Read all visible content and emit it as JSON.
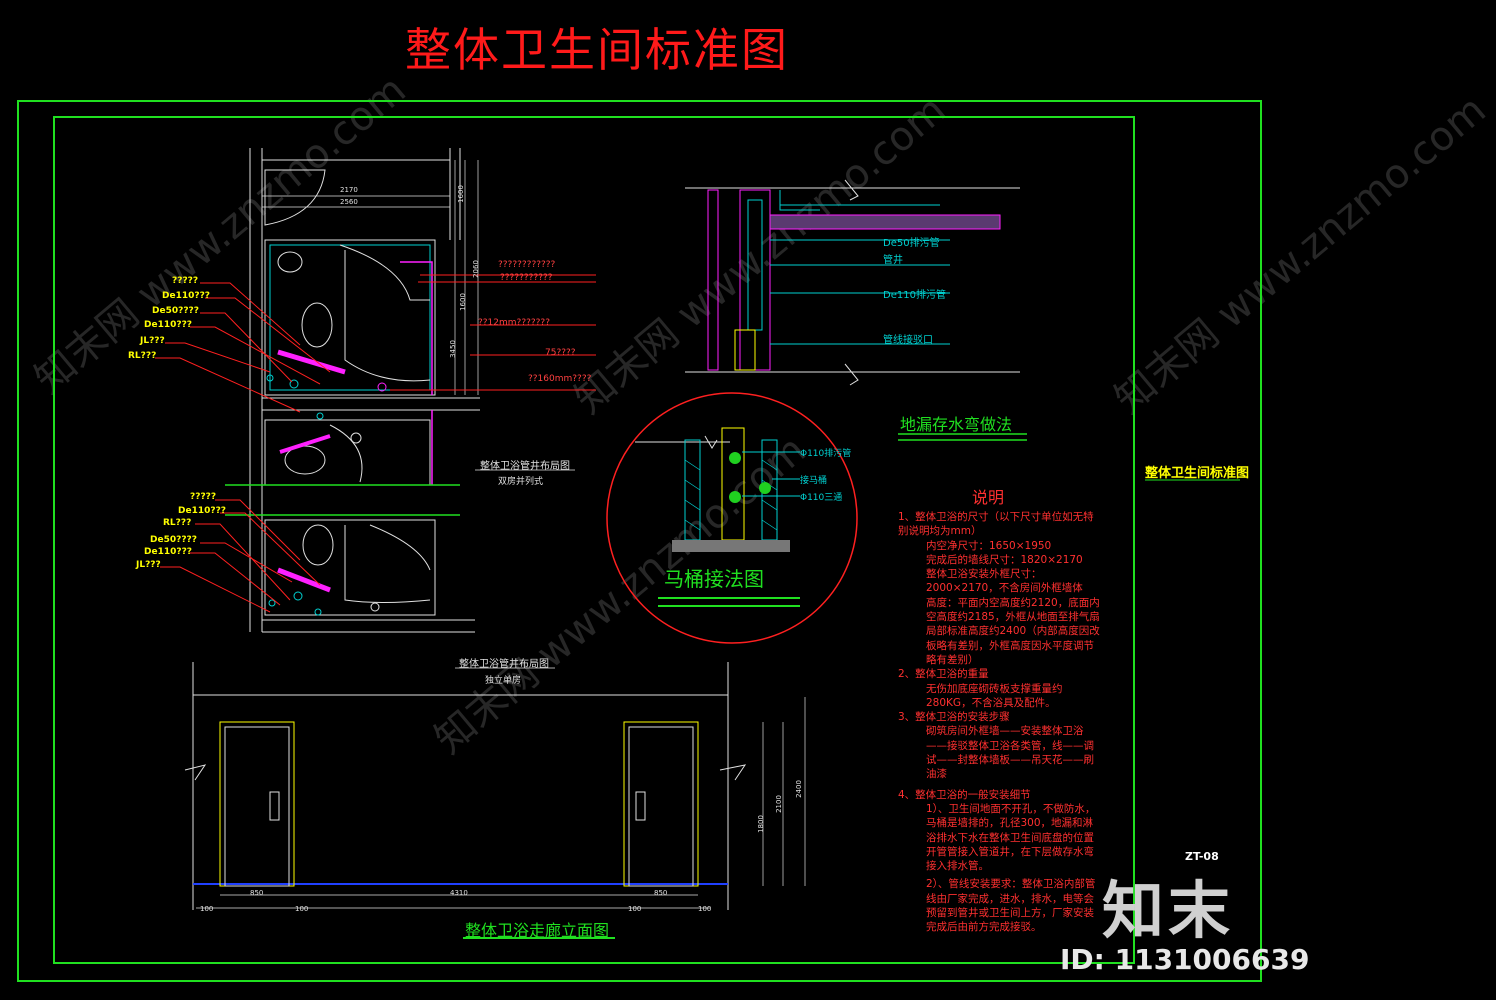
{
  "title": "整体卫生间标准图",
  "side_title": "整体卫生间标准图",
  "sheet_number": "ZT-08",
  "plan_labels_top": [
    "?????",
    "De110???",
    "De50????",
    "De110???",
    "JL???",
    "RL???"
  ],
  "plan_labels_bottom": [
    "?????",
    "De110???",
    "RL???",
    "De50????",
    "De110???",
    "JL???"
  ],
  "plan_right_labels": [
    "????????????",
    "???????????",
    "??12mm???????",
    "75????",
    "??160mm????"
  ],
  "plan_dims": {
    "top1": "2170",
    "top2": "2560",
    "right1": "1600",
    "right2": "1600",
    "right3": "3450",
    "right4": "2060"
  },
  "plan1_caption": "整体卫浴管井布局图",
  "plan1_sub": "双房并列式",
  "plan2_caption": "整体卫浴管井布局图",
  "plan2_sub": "独立单房",
  "floor_trap": {
    "labels": [
      "De50排污管",
      "管井",
      "De110排污管",
      "管线接驳口"
    ],
    "title": "地漏存水弯做法"
  },
  "toilet": {
    "labels": [
      "Φ110排污管",
      "接马桶",
      "Φ110三通"
    ],
    "title": "马桶接法图"
  },
  "elevation": {
    "title": "整体卫浴走廊立面图",
    "dims": [
      "850",
      "4310",
      "850",
      "2100",
      "1800",
      "2400"
    ],
    "small_dims": [
      "100",
      "100",
      "100",
      "100"
    ]
  },
  "notes": {
    "heading": "说明",
    "lines": [
      "1、整体卫浴的尺寸（以下尺寸单位如无特别说明均为mm）",
      "内空净尺寸：1650×1950",
      "完成后的墙线尺寸：1820×2170",
      "整体卫浴安装外框尺寸：2000×2170，不含房间外框墙体",
      "高度：平面内空高度约2120，底面内空高度约2185，外框从地面至排气扇局部标准高度约2400（内部高度因改板略有差别，外框高度因水平度调节略有差别）",
      "2、整体卫浴的重量",
      "无伤加底座砌砖板支撑重量约280KG，不含浴具及配件。",
      "3、整体卫浴的安装步骤",
      "砌筑房间外框墙——安装整体卫浴——接驳整体卫浴各类管，线——调试——封整体墙板——吊天花——刷油漆",
      "4、整体卫浴的一般安装细节",
      "1）、卫生间地面不开孔，不做防水，马桶是墙排的，孔径300，地漏和淋浴排水下水在整体卫生间底盘的位置开管管接入管道井，在下层做存水弯接入排水管。",
      "2）、管线安装要求：整体卫浴内部管线由厂家完成，进水，排水，电等会预留到管井或卫生间上方，厂家安装完成后由前方完成接驳。"
    ]
  },
  "watermarks": {
    "logo": "知末",
    "id": "ID: 1131006639",
    "diag": "知末网 www.znzmo.com"
  },
  "colors": {
    "frame": "#20e020",
    "title": "#ff1a1a",
    "cyan": "#00d0d0",
    "magenta": "#ff20ff",
    "yellow": "#ffff00",
    "red": "#ff2020",
    "white": "#e0e0e0"
  }
}
